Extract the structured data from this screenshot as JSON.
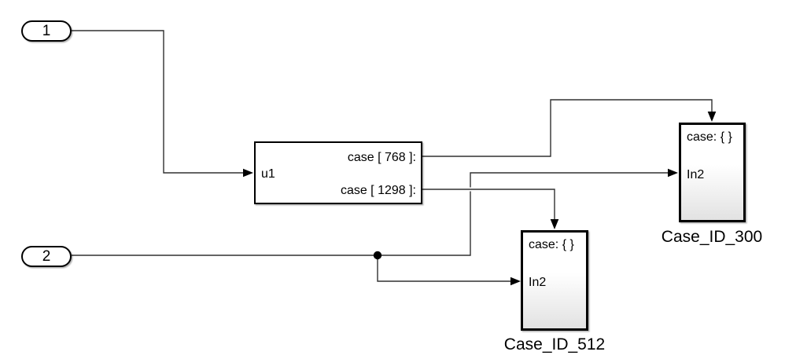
{
  "colors": {
    "bg": "#ffffff",
    "wire": "#303030",
    "arrow": "#000000",
    "border": "#000000",
    "subsys-bottom": "#e2e2e2",
    "shadow": "rgba(0,0,0,0.3)"
  },
  "inports": [
    {
      "label": "1"
    },
    {
      "label": "2"
    }
  ],
  "switch_case": {
    "input_label": "u1",
    "case_labels": [
      "case [ 768 ]:",
      "case [ 1298 ]:"
    ]
  },
  "subsystems": [
    {
      "trigger_label": "case: { }",
      "input_label": "In2",
      "name": "Case_ID_300"
    },
    {
      "trigger_label": "case: { }",
      "input_label": "In2",
      "name": "Case_ID_512"
    }
  ]
}
